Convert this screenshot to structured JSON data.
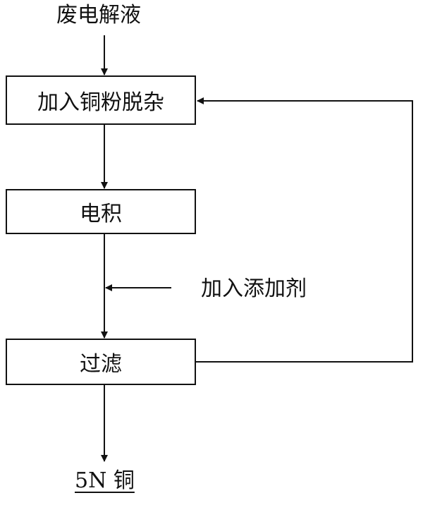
{
  "flow": {
    "input": "废电解液",
    "steps": [
      "加入铜粉脱杂",
      "电积",
      "过滤"
    ],
    "additive": "加入添加剂",
    "output": "5N 铜"
  },
  "colors": {
    "line": "#111111",
    "background": "#ffffff"
  }
}
